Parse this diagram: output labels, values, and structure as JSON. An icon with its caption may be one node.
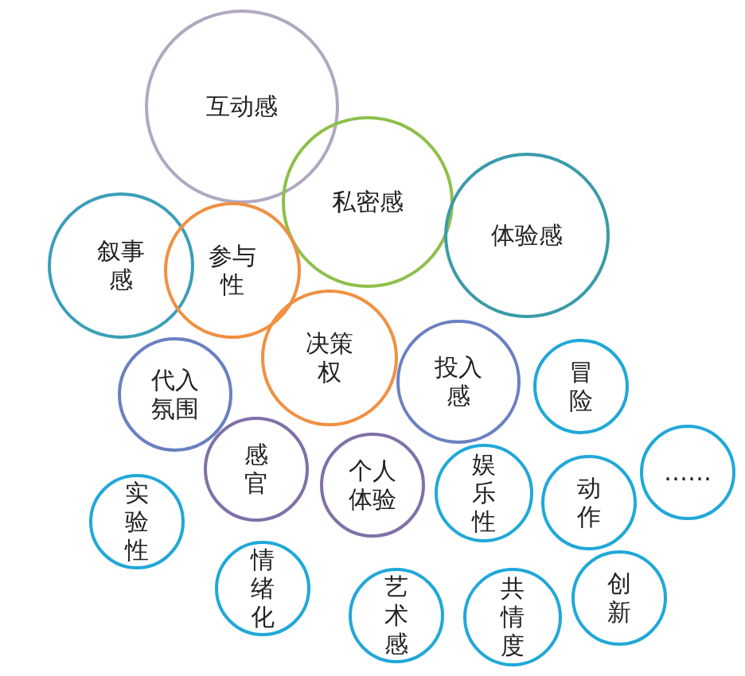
{
  "diagram": {
    "nodes": [
      {
        "text": [
          "互动感"
        ]
      },
      {
        "text": [
          "私密感"
        ]
      },
      {
        "text": [
          "体验感"
        ]
      },
      {
        "text": [
          "叙事感"
        ]
      },
      {
        "text": [
          "参与性"
        ]
      },
      {
        "text": [
          "决策权"
        ]
      },
      {
        "text": [
          "投入感"
        ]
      },
      {
        "text": [
          "冒险"
        ]
      },
      {
        "text": [
          "代入氛围"
        ]
      },
      {
        "text": [
          "感官"
        ]
      },
      {
        "text": [
          "个人体验"
        ]
      },
      {
        "text": [
          "娱乐性"
        ]
      },
      {
        "text": [
          "动作"
        ]
      },
      {
        "text": [
          "……"
        ]
      },
      {
        "text": [
          "实验性"
        ]
      },
      {
        "text": [
          "情绪化"
        ]
      },
      {
        "text": [
          "艺术感"
        ]
      },
      {
        "text": [
          "共情度"
        ]
      },
      {
        "text": [
          "创新"
        ]
      }
    ]
  }
}
